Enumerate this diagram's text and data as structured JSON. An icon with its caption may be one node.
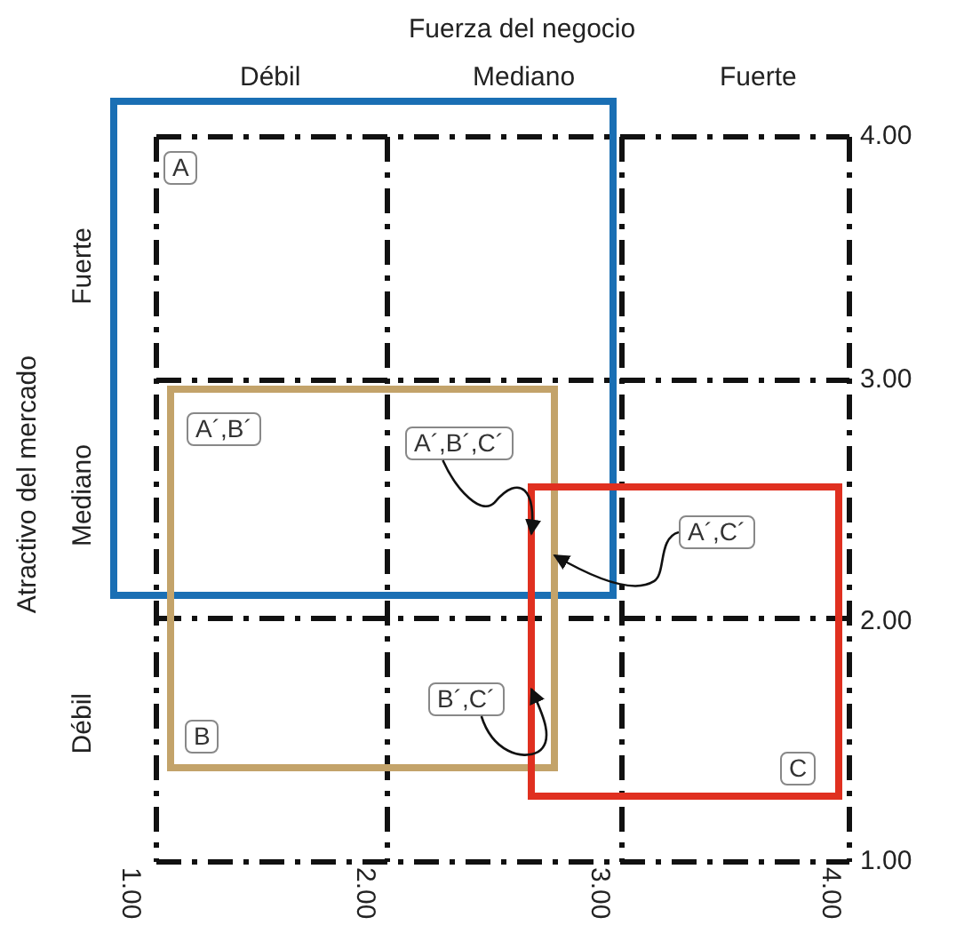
{
  "diagram": {
    "nodes": [
      {
        "text": [],
        "shape": "box"
      },
      {
        "text": [
          "A"
        ],
        "in": 0
      },
      {
        "text": [],
        "shape": "box"
      },
      {
        "text": [
          "A´,B´"
        ]
      },
      {
        "text": [
          "A´,B´,C´"
        ]
      },
      {
        "text": [],
        "shape": "box"
      },
      {
        "text": [
          "A´,C´"
        ],
        "in": 5
      },
      {
        "text": [
          "B´,C´"
        ],
        "in": 2
      },
      {
        "text": [
          "B"
        ],
        "in": 2
      },
      {
        "text": [
          "C"
        ],
        "in": 5
      }
    ],
    "edges": [
      {
        "from": 4,
        "to": 5,
        "arrow": "to"
      },
      {
        "from": 6,
        "to": 2,
        "arrow": "to"
      },
      {
        "from": 7,
        "to": 5,
        "arrow": "to"
      }
    ],
    "labels": [
      "Fuerza del negocio",
      "Débil",
      "Mediano",
      "Fuerte",
      "4.00",
      "Fuerte",
      "3.00",
      "Atractivo del mercado",
      "Mediano",
      "2.00",
      "Débil",
      "1.00",
      "1.00",
      "2.00",
      "3.00",
      "4.00"
    ]
  }
}
